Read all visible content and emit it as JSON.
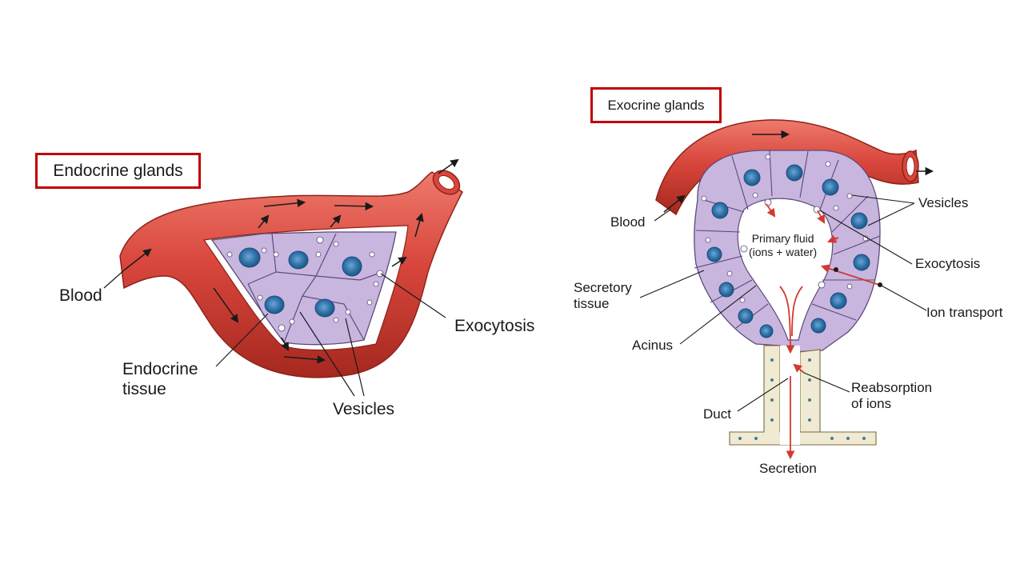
{
  "endocrine": {
    "title": "Endocrine glands",
    "labels": {
      "blood": "Blood",
      "exocytosis": "Exocytosis",
      "endocrine_tissue_line1": "Endocrine",
      "endocrine_tissue_line2": "tissue",
      "vesicles": "Vesicles"
    }
  },
  "exocrine": {
    "title": "Exocrine glands",
    "labels": {
      "blood": "Blood",
      "vesicles": "Vesicles",
      "exocytosis": "Exocytosis",
      "primary_fluid_line1": "Primary fluid",
      "primary_fluid_line2": "(ions + water)",
      "secretory_tissue_line1": "Secretory",
      "secretory_tissue_line2": "tissue",
      "ion_transport": "Ion transport",
      "acinus": "Acinus",
      "reabsorption_line1": "Reabsorption",
      "reabsorption_line2": "of ions",
      "duct": "Duct",
      "secretion": "Secretion"
    }
  },
  "colors": {
    "title_border": "#c00000",
    "blood_vessel": "#d8463c",
    "vessel_dark": "#a5281f",
    "vessel_light": "#ee7a6c",
    "tissue": "#c8b6df",
    "cell_border": "#5c4a7a",
    "nucleus": "#2d6fa6",
    "duct_cell": "#f1ead2",
    "arrow": "#1a1a1a",
    "secretion_arrow": "#d23a2e"
  }
}
